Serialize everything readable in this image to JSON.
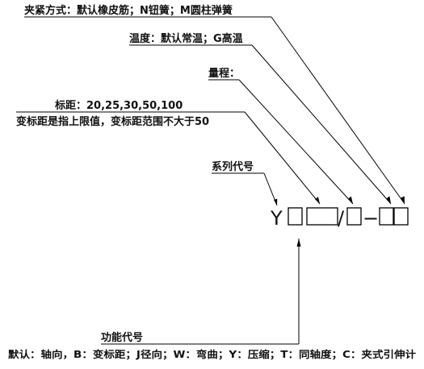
{
  "labels": {
    "clamp": "夹紧方式：默认橡皮筋；N钮簧；M圆柱弹簧",
    "temperature": "温度：默认常温；G高温",
    "range": "量程：",
    "gauge": "标距：20,25,30,50,100",
    "gauge_note": "变标距是指上限值，变标距范围不大于50",
    "series": "系列代号",
    "function_title": "功能代号",
    "function_desc": "默认：轴向，B：变标距；J径向；W：弯曲；Y：压缩；T：同轴度；C：夹式引伸计"
  },
  "code": {
    "prefix": "Y",
    "slash": "/",
    "dash": "−"
  }
}
